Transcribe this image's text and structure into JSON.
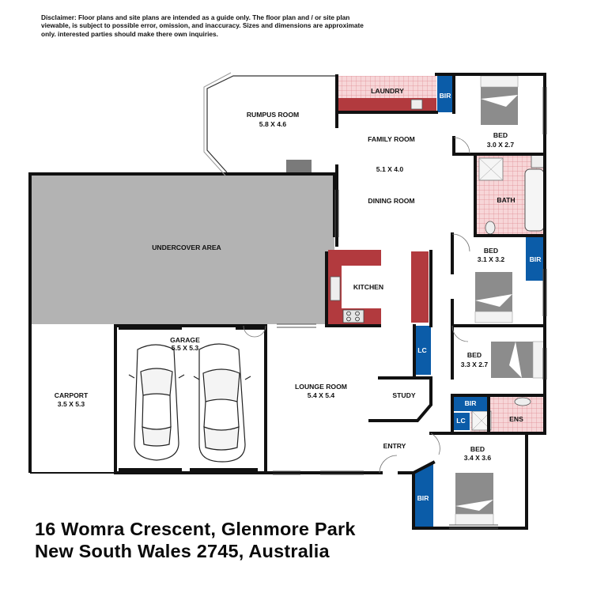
{
  "disclaimer": "Disclaimer: Floor plans and site plans are intended as a guide only. The floor plan and / or site plan viewable, is subject to possible error, omission, and inaccuracy. Sizes and dimensions are approximate only. interested parties should make there own inquiries.",
  "rooms": {
    "laundry": "LAUNDRY",
    "bir_top": "BIR",
    "rumpus_name": "RUMPUS ROOM",
    "rumpus_dims": "5.8 X 4.6",
    "family_name": "FAMILY ROOM",
    "family_dims": "5.1 X 4.0",
    "dining_name": "DINING ROOM",
    "bed1_name": "BED",
    "bed1_dims": "3.0 X 2.7",
    "bath": "BATH",
    "undercover": "UNDERCOVER AREA",
    "bed2_name": "BED",
    "bed2_dims": "3.1 X 3.2",
    "bir_mid": "BIR",
    "kitchen": "KITCHEN",
    "lc_mid": "LC",
    "garage_name": "GARAGE",
    "garage_dims": "5.5 X 5.3",
    "bed3_name": "BED",
    "bed3_dims": "3.3 X 2.7",
    "carport_name": "CARPORT",
    "carport_dims": "3.5 X 5.3",
    "lounge_name": "LOUNGE ROOM",
    "lounge_dims": "5.4 X 5.4",
    "study": "STUDY",
    "bir_low": "BIR",
    "lc_low": "LC",
    "ens": "ENS",
    "entry": "ENTRY",
    "bed4_name": "BED",
    "bed4_dims": "3.4 X 3.6",
    "bir_bottom": "BIR"
  },
  "address": {
    "line1": "16 Womra Crescent, Glenmore Park",
    "line2": "New South Wales 2745, Australia"
  },
  "colors": {
    "wall": "#111111",
    "bench_red": "#b23a3e",
    "wet_tile": "#f3c9cc",
    "robe_blue": "#0b5ca8",
    "outdoor_grey": "#b3b3b3",
    "bed_grey": "#8c8c8c"
  }
}
